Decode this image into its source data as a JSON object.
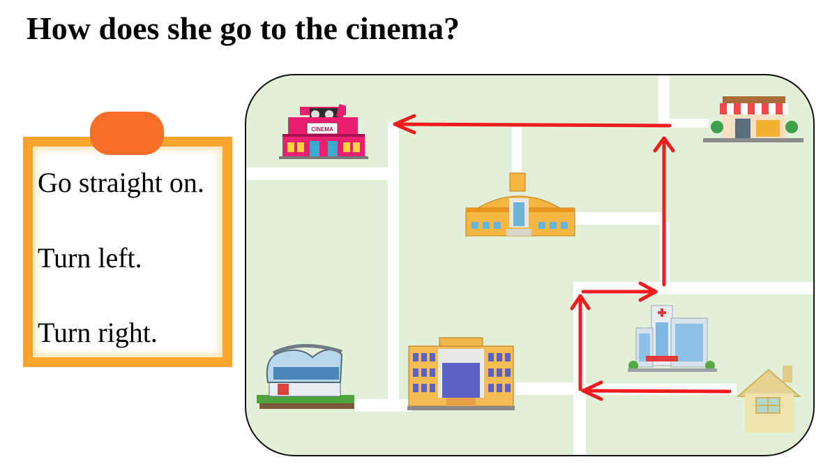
{
  "title": "How does she go to the cinema?",
  "phrases": [
    "Go straight on.",
    "Turn left.",
    "Turn right."
  ],
  "map": {
    "cinema_sign": "CINEMA",
    "route_color": "#ee1c1c",
    "background_color": "#e1f0d6",
    "road_color": "#ffffff"
  },
  "panel": {
    "frame_color": "#f7a52f",
    "tab_color": "#fa6f28"
  }
}
